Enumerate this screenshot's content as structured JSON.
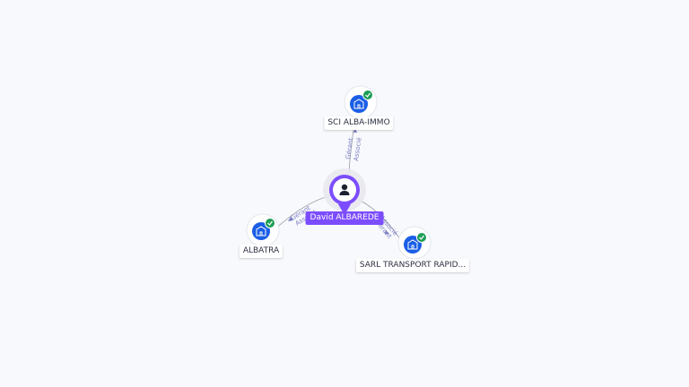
{
  "colors": {
    "person": "#7c4dff",
    "company": "#1a5ee6",
    "verified": "#1f9d55",
    "edge": "#9a9aa6",
    "edge_label": "#7b7fc4"
  },
  "person": {
    "name": "David ALBAREDE",
    "icon": "person-icon"
  },
  "companies": [
    {
      "id": "sci",
      "name": "SCI ALBA-IMMO",
      "icon": "building-icon",
      "verified": true
    },
    {
      "id": "albatra",
      "name": "ALBATRA",
      "icon": "building-icon",
      "verified": true
    },
    {
      "id": "sarl",
      "name": "SARL TRANSPORT RAPID...",
      "icon": "building-icon",
      "verified": true
    }
  ],
  "edges": [
    {
      "to": "sci",
      "roles": [
        "Gérant",
        "Associé"
      ]
    },
    {
      "to": "albatra",
      "roles": [
        "Gérant",
        "Associé"
      ]
    },
    {
      "to": "sarl",
      "roles": [
        "Gérant",
        "Associé"
      ]
    }
  ]
}
